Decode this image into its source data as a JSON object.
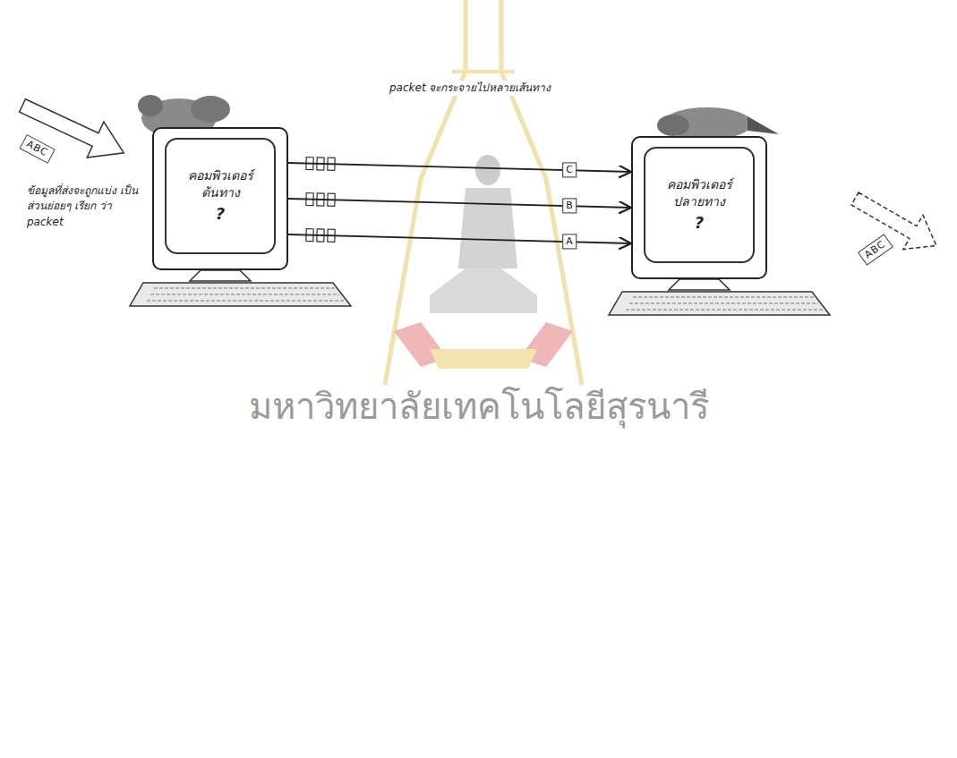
{
  "diagram": {
    "nodes": [
      {
        "text": [
          "คอมพิวเตอร์ ต้นทาง",
          "?"
        ]
      },
      {
        "text": [
          "คอมพิวเตอร์ ปลายทาง",
          "?"
        ]
      }
    ],
    "edges": [
      {
        "from": 0,
        "to": 1,
        "arrow": "to",
        "label": "C"
      },
      {
        "from": 0,
        "to": 1,
        "arrow": "to",
        "label": "B"
      },
      {
        "from": 0,
        "to": 1,
        "arrow": "to",
        "label": "A"
      }
    ],
    "labels": [
      "ข้อมูลที่ส่งจะถูกแบ่ง เป็นส่วนย่อยๆ เรียก ว่า packet",
      "packet จะกระจายไปหลายเส้นทาง",
      "ABC",
      "ABC",
      "มหาวิทยาลัยเทคโนโลยีสุรนารี"
    ]
  }
}
